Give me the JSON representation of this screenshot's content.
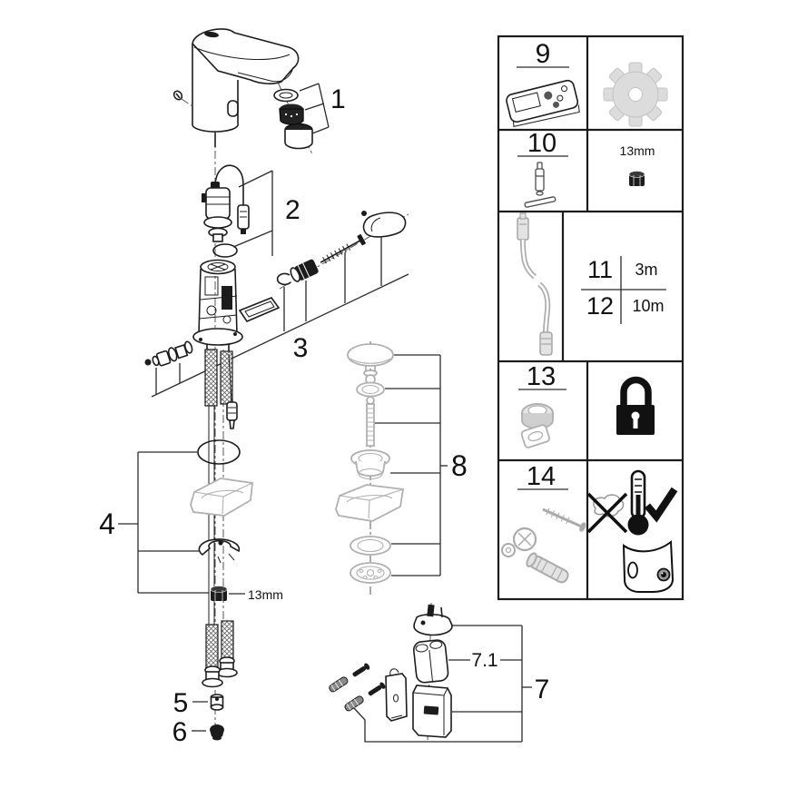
{
  "colors": {
    "ink": "#1c1c1c",
    "part_gray": "#b0b0b0",
    "icon_gray": "#dcdcdc",
    "background": "#ffffff"
  },
  "main_diagram": {
    "labels": {
      "part1": "1",
      "part2": "2",
      "part3": "3",
      "part4": "4",
      "part5": "5",
      "part6": "6",
      "part7": "7",
      "part7_1": "7.1",
      "part8": "8",
      "nut_size": "13mm"
    },
    "icons": [
      "sensor-faucet",
      "aerator-set",
      "solenoid-cable",
      "cartridge-assembly",
      "fixing-set",
      "drain-assembly",
      "battery-box"
    ]
  },
  "sidebar": {
    "box9": {
      "number": "9",
      "icons": [
        "remote-control",
        "gear"
      ]
    },
    "box10": {
      "number": "10",
      "size_label": "13mm",
      "icons": [
        "mounting-tool",
        "socket-nut"
      ]
    },
    "box11_12": {
      "icon": "extension-cable",
      "rows": [
        {
          "number": "11",
          "length": "3m"
        },
        {
          "number": "12",
          "length": "10m"
        }
      ]
    },
    "box13": {
      "number": "13",
      "icons": [
        "aerator-service-set",
        "lock"
      ]
    },
    "box14": {
      "number": "14",
      "icons": [
        "valve-screw-set",
        "crossed-out",
        "thermometer-check",
        "protection-cap"
      ]
    }
  }
}
